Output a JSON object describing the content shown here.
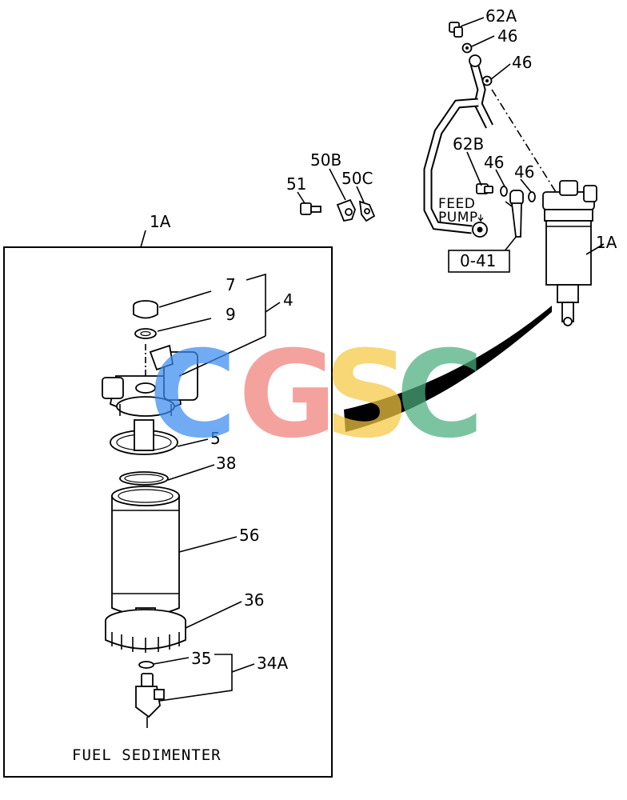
{
  "diagram": {
    "labels": {
      "l62A": "62A",
      "l46a": "46",
      "l46b": "46",
      "l62B": "62B",
      "l46c": "46",
      "l46d": "46",
      "feed_line1": "FEED",
      "feed_line2": "PUMP",
      "ref_box": "0-41",
      "l1A_right": "1A",
      "l50B": "50B",
      "l50C": "50C",
      "l51": "51",
      "l1A_box": "1A",
      "l7": "7",
      "l9": "9",
      "l4": "4",
      "l5": "5",
      "l38": "38",
      "l56": "56",
      "l36": "36",
      "l35": "35",
      "l34A": "34A"
    },
    "caption": "FUEL SEDIMENTER"
  },
  "watermark": {
    "letters": [
      "C",
      "G",
      "S",
      "C"
    ],
    "colors": [
      "#3b8bef",
      "#f07f7a",
      "#f5c842",
      "#4aae7e"
    ]
  }
}
